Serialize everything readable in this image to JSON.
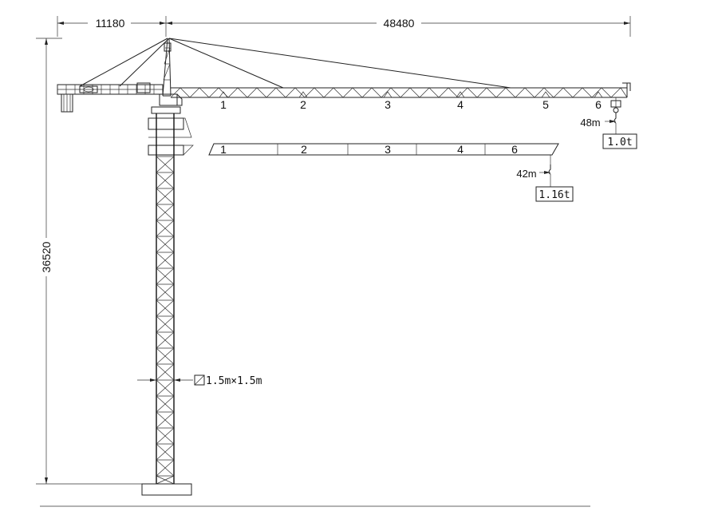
{
  "dimensions": {
    "counter_jib_length": "11180",
    "jib_length": "48480",
    "tower_height": "36520",
    "mast_section": "1.5m×1.5m"
  },
  "main_jib": {
    "section_labels": [
      "1",
      "2",
      "3",
      "4",
      "5",
      "6"
    ],
    "max_radius": "48m",
    "tip_load": "1.0t"
  },
  "short_jib": {
    "section_labels": [
      "1",
      "2",
      "3",
      "4",
      "6"
    ],
    "max_radius": "42m",
    "tip_load": "1.16t"
  },
  "colors": {
    "line": "#222222",
    "background": "#ffffff"
  }
}
